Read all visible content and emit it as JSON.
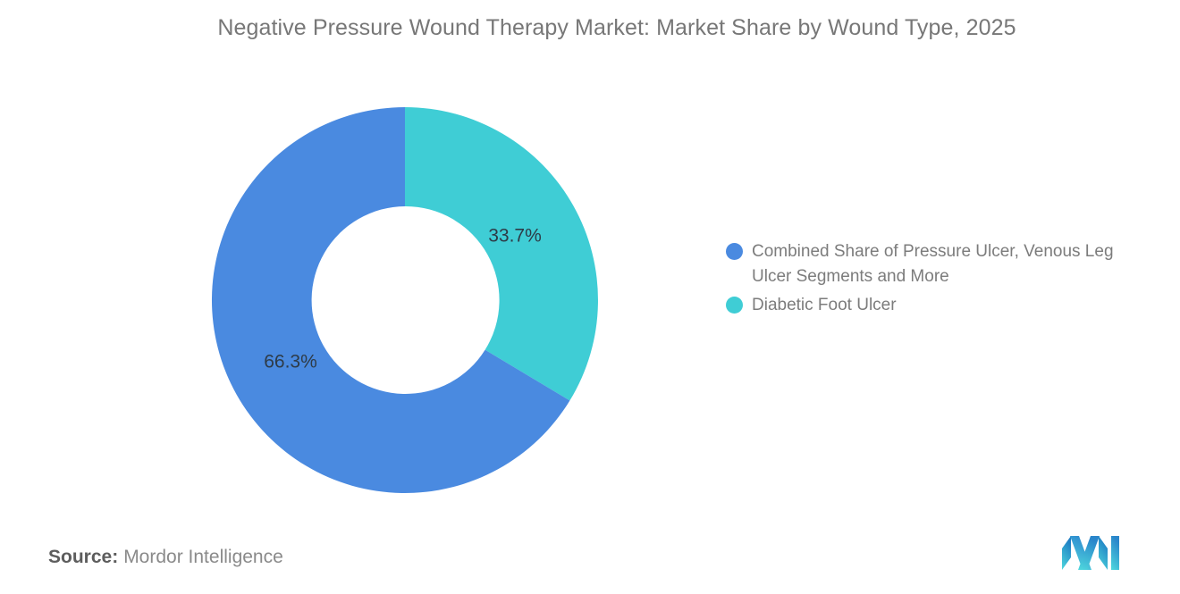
{
  "chart_data": {
    "type": "pie",
    "variant": "donut",
    "title": "Negative Pressure Wound Therapy Market: Market Share by Wound Type, 2025",
    "xlabel": "",
    "ylabel": "",
    "categories": [
      "Combined Share of Pressure Ulcer, Venous Leg Ulcer Segments and More",
      "Diabetic Foot Ulcer"
    ],
    "values": [
      66.3,
      33.7
    ],
    "value_labels": [
      "66.3%",
      "33.7%"
    ],
    "unit": "%",
    "colors": [
      "#4a8ae0",
      "#3fcdd5"
    ],
    "legend_position": "right",
    "grid": false,
    "start_angle_deg": 0,
    "direction": "clockwise",
    "inner_radius_ratio": 0.485,
    "slices": [
      {
        "name": "Combined Share of Pressure Ulcer, Venous Leg Ulcer Segments and More",
        "value": 66.3,
        "label": "66.3%",
        "color": "#4a8ae0"
      },
      {
        "name": "Diabetic Foot Ulcer",
        "value": 33.7,
        "label": "33.7%",
        "color": "#3fcdd5"
      }
    ]
  },
  "title": {
    "text": "Negative Pressure Wound Therapy Market: Market Share by Wound Type, 2025",
    "color": "#777777"
  },
  "legend": {
    "items": [
      {
        "label": "Combined Share of Pressure Ulcer, Venous Leg Ulcer Segments and More",
        "color": "#4a8ae0"
      },
      {
        "label": "Diabetic Foot Ulcer",
        "color": "#3fcdd5"
      }
    ]
  },
  "labels": {
    "slice_1": "66.3%",
    "slice_2": "33.7%"
  },
  "footer": {
    "source_label": "Source:",
    "source_value": "Mordor Intelligence",
    "logo_name": "mordor-intelligence-logo"
  },
  "theme": {
    "background": "#ffffff",
    "text_gray": "#7c7c7c",
    "label_dark": "#2e3b47",
    "accent_blue": "#4a8ae0",
    "accent_teal": "#3fcdd5"
  }
}
